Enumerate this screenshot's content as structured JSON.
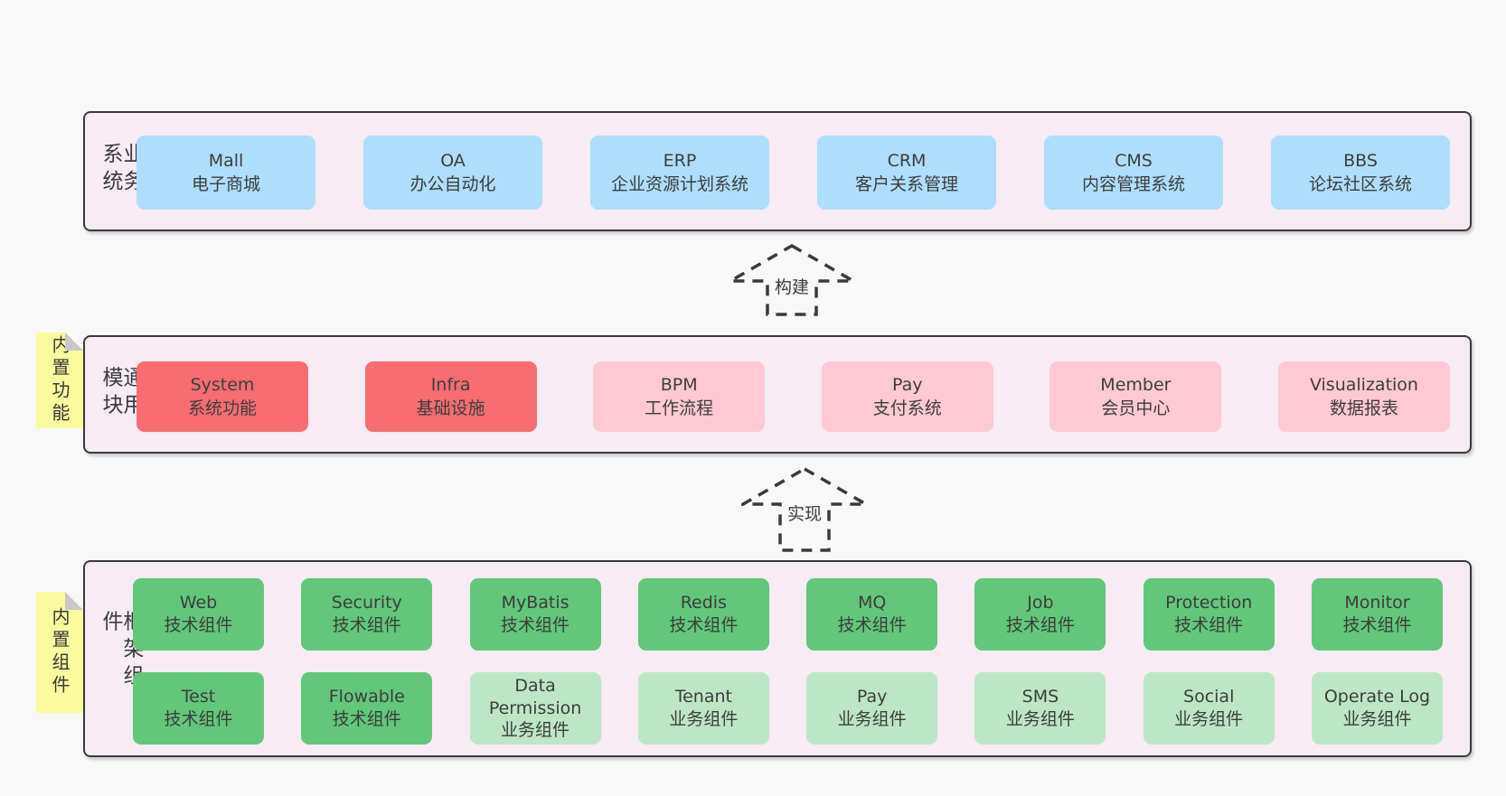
{
  "colors": {
    "page_bg": "#f8f8f8",
    "container_bg": "#f7ebf4",
    "container_border": "#3a3a3a",
    "blue_box": "#aedefb",
    "red_box": "#f76d72",
    "pink_box": "#fec9d2",
    "green_dark_box": "#62c77a",
    "green_light_box": "#bde6c5",
    "note_yellow": "#fafa9e",
    "note_fold": "#c8c8c8",
    "text": "#3d3d3d"
  },
  "arrows": [
    {
      "label": "构建"
    },
    {
      "label": "实现"
    }
  ],
  "layers": {
    "business": {
      "label": "业务系统",
      "boxes": [
        {
          "en": "Mall",
          "zh": "电子商城"
        },
        {
          "en": "OA",
          "zh": "办公自动化"
        },
        {
          "en": "ERP",
          "zh": "企业资源计划系统"
        },
        {
          "en": "CRM",
          "zh": "客户关系管理"
        },
        {
          "en": "CMS",
          "zh": "内容管理系统"
        },
        {
          "en": "BBS",
          "zh": "论坛社区系统"
        }
      ]
    },
    "modules": {
      "label": "通用模块",
      "note": "内置功能",
      "boxes": [
        {
          "en": "System",
          "zh": "系统功能",
          "variant": "red"
        },
        {
          "en": "Infra",
          "zh": "基础设施",
          "variant": "red"
        },
        {
          "en": "BPM",
          "zh": "工作流程",
          "variant": "pink"
        },
        {
          "en": "Pay",
          "zh": "支付系统",
          "variant": "pink"
        },
        {
          "en": "Member",
          "zh": "会员中心",
          "variant": "pink"
        },
        {
          "en": "Visualization",
          "zh": "数据报表",
          "variant": "pink"
        }
      ]
    },
    "framework": {
      "label": "框架组件",
      "note": "内置组件",
      "rows": [
        [
          {
            "en": "Web",
            "zh": "技术组件",
            "variant": "green-dark"
          },
          {
            "en": "Security",
            "zh": "技术组件",
            "variant": "green-dark"
          },
          {
            "en": "MyBatis",
            "zh": "技术组件",
            "variant": "green-dark"
          },
          {
            "en": "Redis",
            "zh": "技术组件",
            "variant": "green-dark"
          },
          {
            "en": "MQ",
            "zh": "技术组件",
            "variant": "green-dark"
          },
          {
            "en": "Job",
            "zh": "技术组件",
            "variant": "green-dark"
          },
          {
            "en": "Protection",
            "zh": "技术组件",
            "variant": "green-dark"
          },
          {
            "en": "Monitor",
            "zh": "技术组件",
            "variant": "green-dark"
          }
        ],
        [
          {
            "en": "Test",
            "zh": "技术组件",
            "variant": "green-dark"
          },
          {
            "en": "Flowable",
            "zh": "技术组件",
            "variant": "green-dark"
          },
          {
            "en": "Data Permission",
            "zh": "业务组件",
            "variant": "green-light"
          },
          {
            "en": "Tenant",
            "zh": "业务组件",
            "variant": "green-light"
          },
          {
            "en": "Pay",
            "zh": "业务组件",
            "variant": "green-light"
          },
          {
            "en": "SMS",
            "zh": "业务组件",
            "variant": "green-light"
          },
          {
            "en": "Social",
            "zh": "业务组件",
            "variant": "green-light"
          },
          {
            "en": "Operate Log",
            "zh": "业务组件",
            "variant": "green-light"
          }
        ]
      ]
    }
  }
}
